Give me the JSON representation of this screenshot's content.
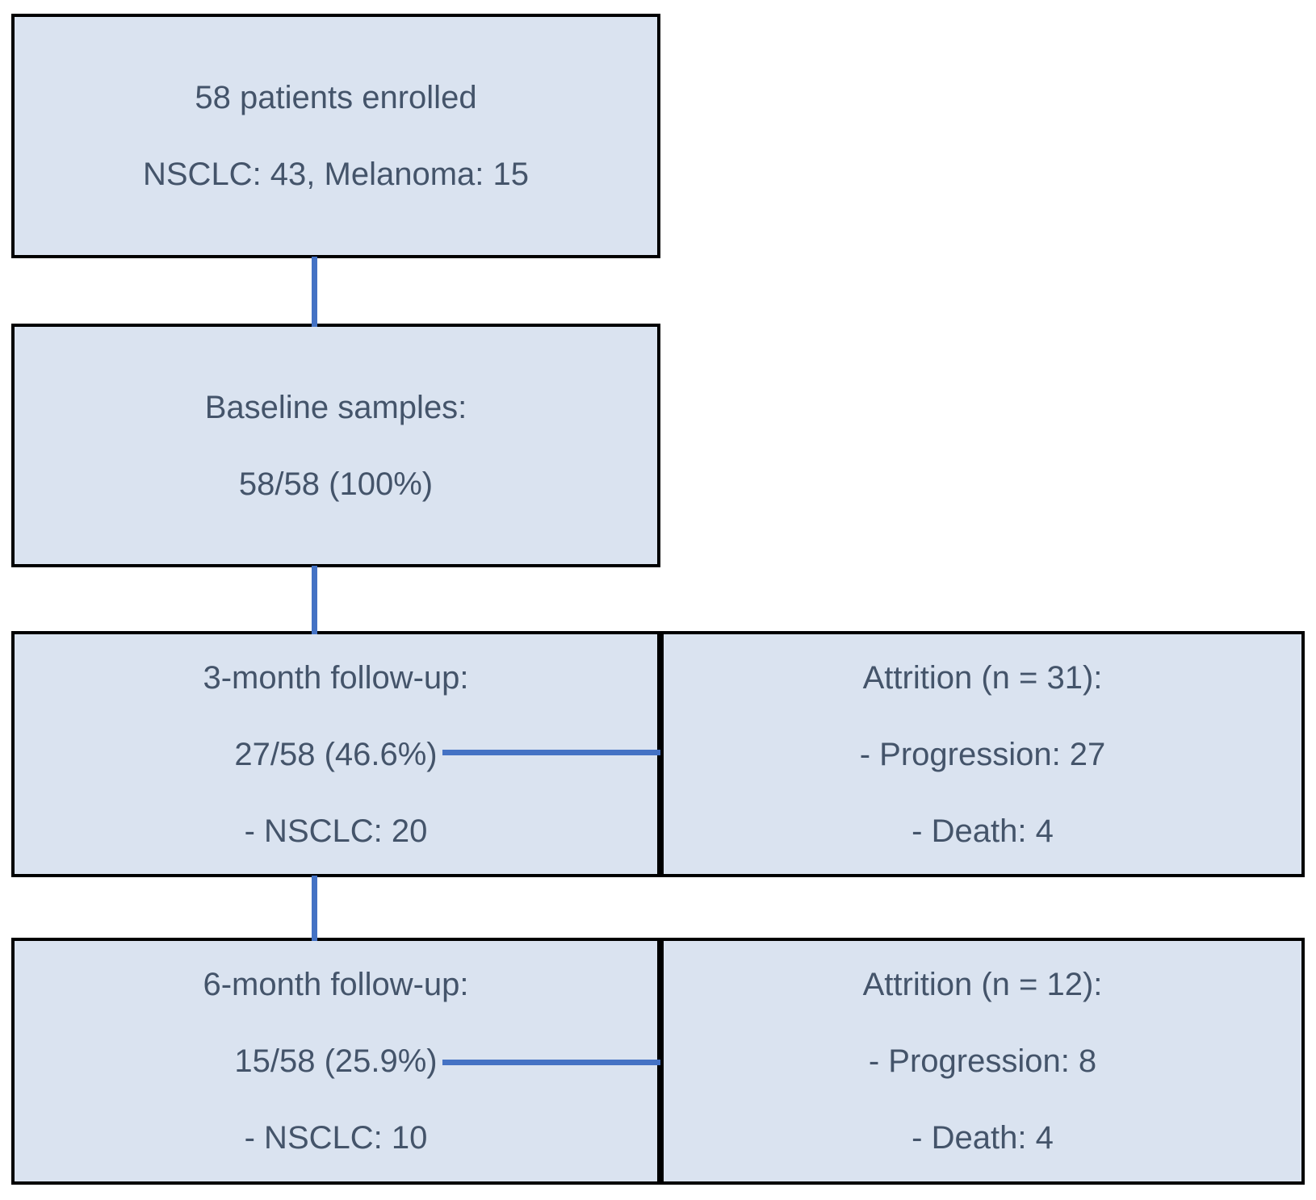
{
  "diagram": {
    "type": "patient-flow-chart",
    "colors": {
      "box_fill": "#dae3f0",
      "box_border": "#000000",
      "text": "#44546a",
      "connector": "#4472c4",
      "background": "#ffffff"
    },
    "boxes": {
      "enrolled": {
        "lines": [
          "58 patients enrolled",
          "NSCLC: 43, Melanoma: 15"
        ]
      },
      "baseline": {
        "lines": [
          "Baseline samples:",
          "58/58 (100%)"
        ]
      },
      "three_month": {
        "lines": [
          "3-month follow-up:",
          "27/58 (46.6%)",
          "- NSCLC: 20"
        ]
      },
      "attrition_3m": {
        "lines": [
          "Attrition (n = 31):",
          "- Progression: 27",
          "- Death: 4"
        ]
      },
      "six_month": {
        "lines": [
          "6-month follow-up:",
          "15/58 (25.9%)",
          "- NSCLC: 10"
        ]
      },
      "attrition_6m": {
        "lines": [
          "Attrition (n = 12):",
          "- Progression: 8",
          "- Death: 4"
        ]
      }
    },
    "connectors": [
      {
        "name": "enrolled-to-baseline",
        "orientation": "vertical"
      },
      {
        "name": "baseline-to-three-month",
        "orientation": "vertical"
      },
      {
        "name": "three-month-to-six-month",
        "orientation": "vertical"
      },
      {
        "name": "three-month-to-attrition-3m",
        "orientation": "horizontal"
      },
      {
        "name": "six-month-to-attrition-6m",
        "orientation": "horizontal"
      }
    ]
  }
}
